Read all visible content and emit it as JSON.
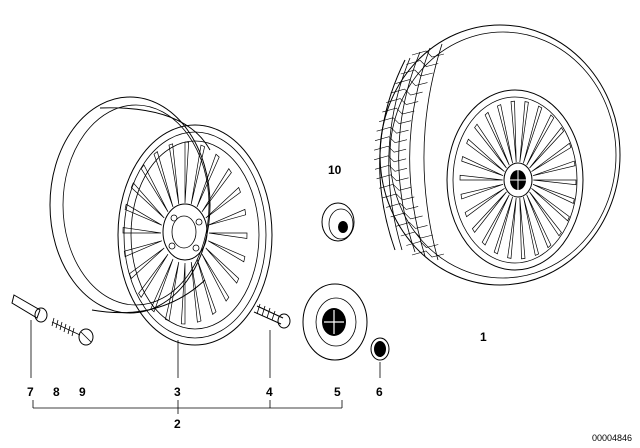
{
  "callouts": {
    "c1": "1",
    "c2": "2",
    "c3": "3",
    "c4": "4",
    "c5": "5",
    "c6": "6",
    "c7": "7",
    "c8": "8",
    "c9": "9",
    "c10": "10"
  },
  "doc_id": "00004846"
}
